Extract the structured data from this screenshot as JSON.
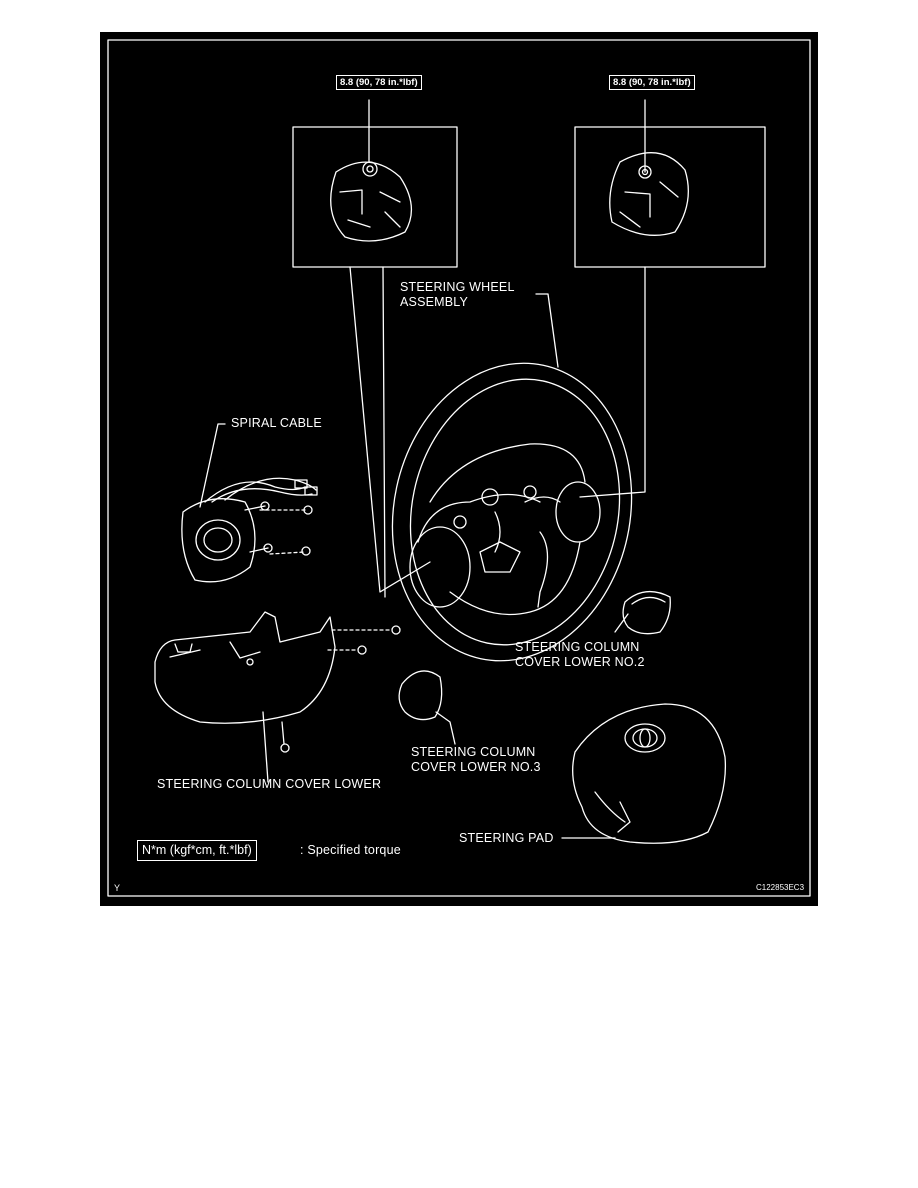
{
  "torque_spec_left": "8.8 (90, 78 in.*lbf)",
  "torque_spec_right": "8.8 (90, 78 in.*lbf)",
  "labels": {
    "steering_wheel": "STEERING WHEEL\nASSEMBLY",
    "spiral_cable": "SPIRAL CABLE",
    "cover_lower_no2": "STEERING COLUMN\nCOVER LOWER NO.2",
    "cover_lower_no3": "STEERING COLUMN\nCOVER LOWER NO.3",
    "cover_lower": "STEERING COLUMN COVER LOWER",
    "steering_pad": "STEERING PAD"
  },
  "legend": {
    "unit_box": "N*m (kgf*cm, ft.*lbf)",
    "description": ": Specified torque"
  },
  "corner_mark": "Y",
  "figure_code": "C122853EC3",
  "colors": {
    "background": "#000000",
    "line": "#ffffff",
    "page": "#ffffff"
  }
}
